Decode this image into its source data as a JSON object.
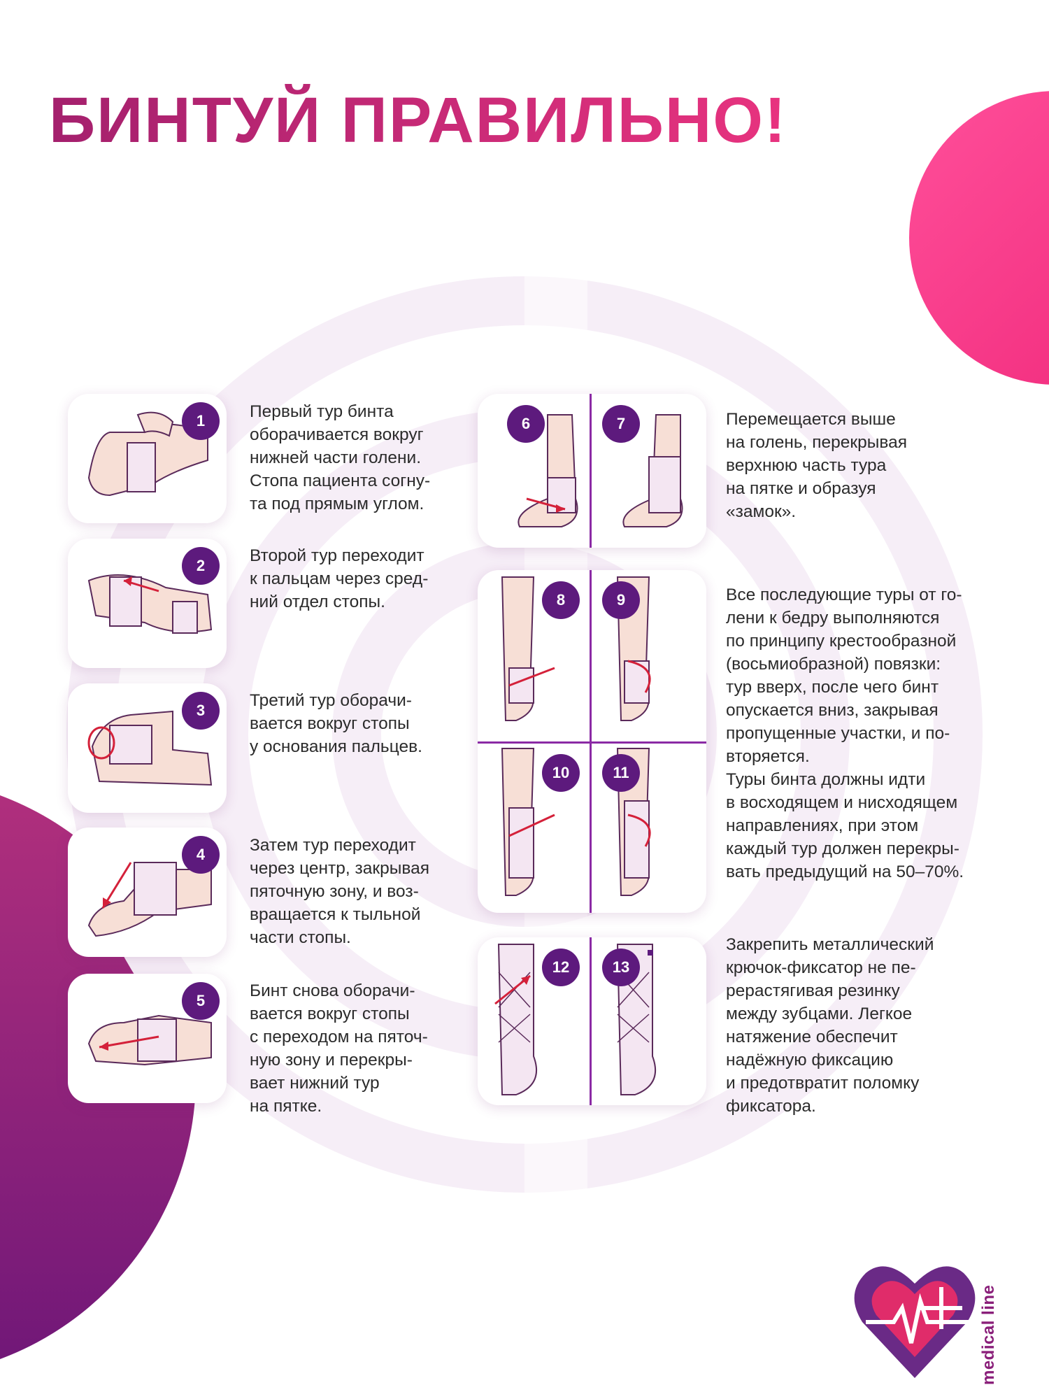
{
  "title": "БИНТУЙ ПРАВИЛЬНО!",
  "colors": {
    "title_start": "#a4206d",
    "title_end": "#e8337f",
    "badge": "#5d1a7d",
    "accent_arrow": "#d4213a",
    "divider": "#8b2aa5",
    "circle_top": "#ff3f8e",
    "circle_bottom": "#7a1a7d"
  },
  "steps": [
    {
      "number": "1",
      "text": "Первый тур бинта\nоборачивается вокруг\nнижней части голени.\nСтопа пациента согну-\nта под прямым углом."
    },
    {
      "number": "2",
      "text": "Второй тур переходит\nк пальцам через сред-\nний отдел стопы."
    },
    {
      "number": "3",
      "text": "Третий тур оборачи-\nвается вокруг стопы\nу основания пальцев."
    },
    {
      "number": "4",
      "text": "Затем тур переходит\nчерез центр, закрывая\nпяточную зону, и воз-\nвращается к тыльной\nчасти стопы."
    },
    {
      "number": "5",
      "text": "Бинт снова оборачи-\nвается вокруг стопы\nс переходом на пяточ-\nную зону и перекры-\nвает нижний тур\nна пятке."
    }
  ],
  "group_a": {
    "badges": [
      "6",
      "7"
    ],
    "text": "Перемещается выше\nна голень, перекрывая\nверхнюю часть тура\nна пятке и образуя\n«замок»."
  },
  "group_b": {
    "badges": [
      "8",
      "9",
      "10",
      "11"
    ],
    "text": "Все последующие туры от го-\nлени к бедру выполняются\nпо принципу крестообразной\n(восьмиобразной) повязки:\nтур вверх, после чего бинт\nопускается вниз, закрывая\nпропущенные участки, и по-\nвторяется.\nТуры бинта должны идти\nв восходящем и нисходящем\nнаправлениях, при этом\nкаждый тур должен перекры-\nвать предыдущий на 50–70%."
  },
  "group_c": {
    "badges": [
      "12",
      "13"
    ],
    "text": "Закрепить металлический\nкрючок-фиксатор не пе-\nрерастягивая резинку\nмежду зубцами. Легкое\nнатяжение обеспечит\nнадёжную фиксацию\nи предотвратит поломку\nфиксатора."
  },
  "logo": {
    "text": "medical line"
  }
}
